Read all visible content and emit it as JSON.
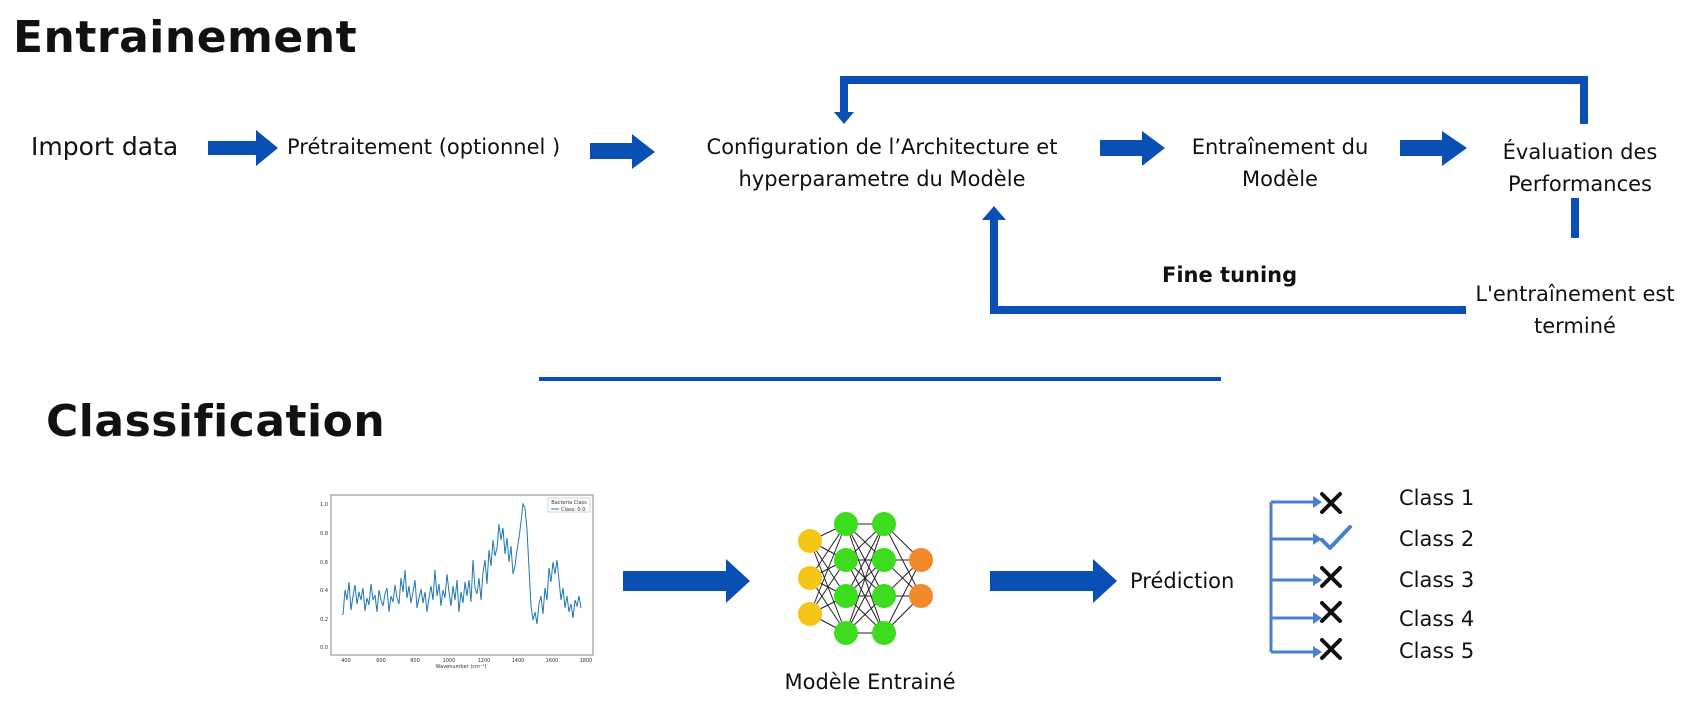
{
  "sections": {
    "training_title": "Entrainement",
    "classification_title": "Classification"
  },
  "training": {
    "import": "Import data",
    "pretraitement": "Prétraitement (optionnel )",
    "config_line1": "Configuration de l’Architecture et",
    "config_line2": "hyperparametre du Modèle",
    "entrainement_line1": "Entraînement du",
    "entrainement_line2": "Modèle",
    "evaluation_line1": "Évaluation des",
    "evaluation_line2": "Performances",
    "fine_tuning": "Fine tuning",
    "termine_line1": "L'entraînement est",
    "termine_line2": "terminé"
  },
  "classification": {
    "model_label": "Modèle Entrainé",
    "prediction": "Prédiction",
    "classes": [
      {
        "label": "Class 1",
        "mark": "cross"
      },
      {
        "label": "Class 2",
        "mark": "check"
      },
      {
        "label": "Class 3",
        "mark": "cross"
      },
      {
        "label": "Class 4",
        "mark": "cross"
      },
      {
        "label": "Class 5",
        "mark": "cross"
      }
    ]
  },
  "spectrum_plot": {
    "legend_title": "Bacteria Class",
    "legend_entry": "Class: 0.0",
    "xlabel": "Wavenumber (cm⁻¹)",
    "xticks": [
      "400",
      "600",
      "800",
      "1000",
      "1200",
      "1400",
      "1600",
      "1800"
    ],
    "yticks": [
      "0.0",
      "0.2",
      "0.4",
      "0.6",
      "0.8",
      "1.0"
    ]
  },
  "colors": {
    "arrow": "#0a4fb4",
    "neuron_input": "#f5c518",
    "neuron_hidden": "#3ddc1f",
    "neuron_output": "#f08a2a",
    "spectrum_line": "#1f77b4"
  }
}
